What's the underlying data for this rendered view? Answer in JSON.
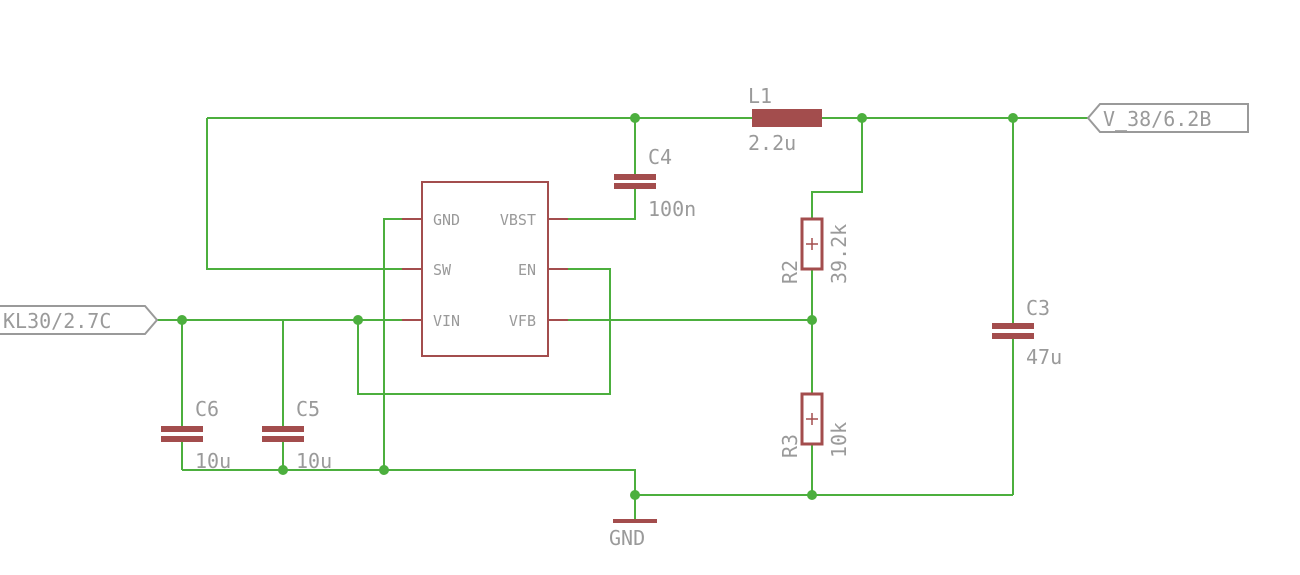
{
  "ic": {
    "pins": {
      "gnd": "GND",
      "sw": "SW",
      "vin": "VIN",
      "vbst": "VBST",
      "en": "EN",
      "vfb": "VFB"
    }
  },
  "components": {
    "l1": {
      "name": "L1",
      "value": "2.2u"
    },
    "c4": {
      "name": "C4",
      "value": "100n"
    },
    "r2": {
      "name": "R2",
      "value": "39.2k"
    },
    "r3": {
      "name": "R3",
      "value": "10k"
    },
    "c3": {
      "name": "C3",
      "value": "47u"
    },
    "c5": {
      "name": "C5",
      "value": "10u"
    },
    "c6": {
      "name": "C6",
      "value": "10u"
    }
  },
  "ports": {
    "input": "KL30/2.7C",
    "output": "V_38/6.2B"
  },
  "ground": {
    "label": "GND"
  },
  "colors": {
    "wire": "#4caf3e",
    "component": "#a34d4d",
    "label": "#9a9a9a"
  }
}
